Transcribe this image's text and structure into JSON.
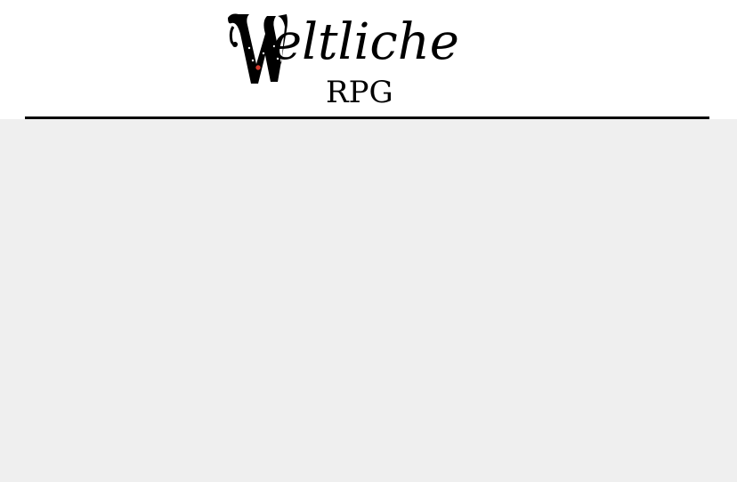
{
  "header": {
    "logo": {
      "initial": "W",
      "word": "eltliche",
      "subtitle": "RPG"
    }
  },
  "colors": {
    "header_bg": "#ffffff",
    "content_bg": "#efefef",
    "divider": "#000000",
    "logo_accent": "#d23a2e"
  }
}
